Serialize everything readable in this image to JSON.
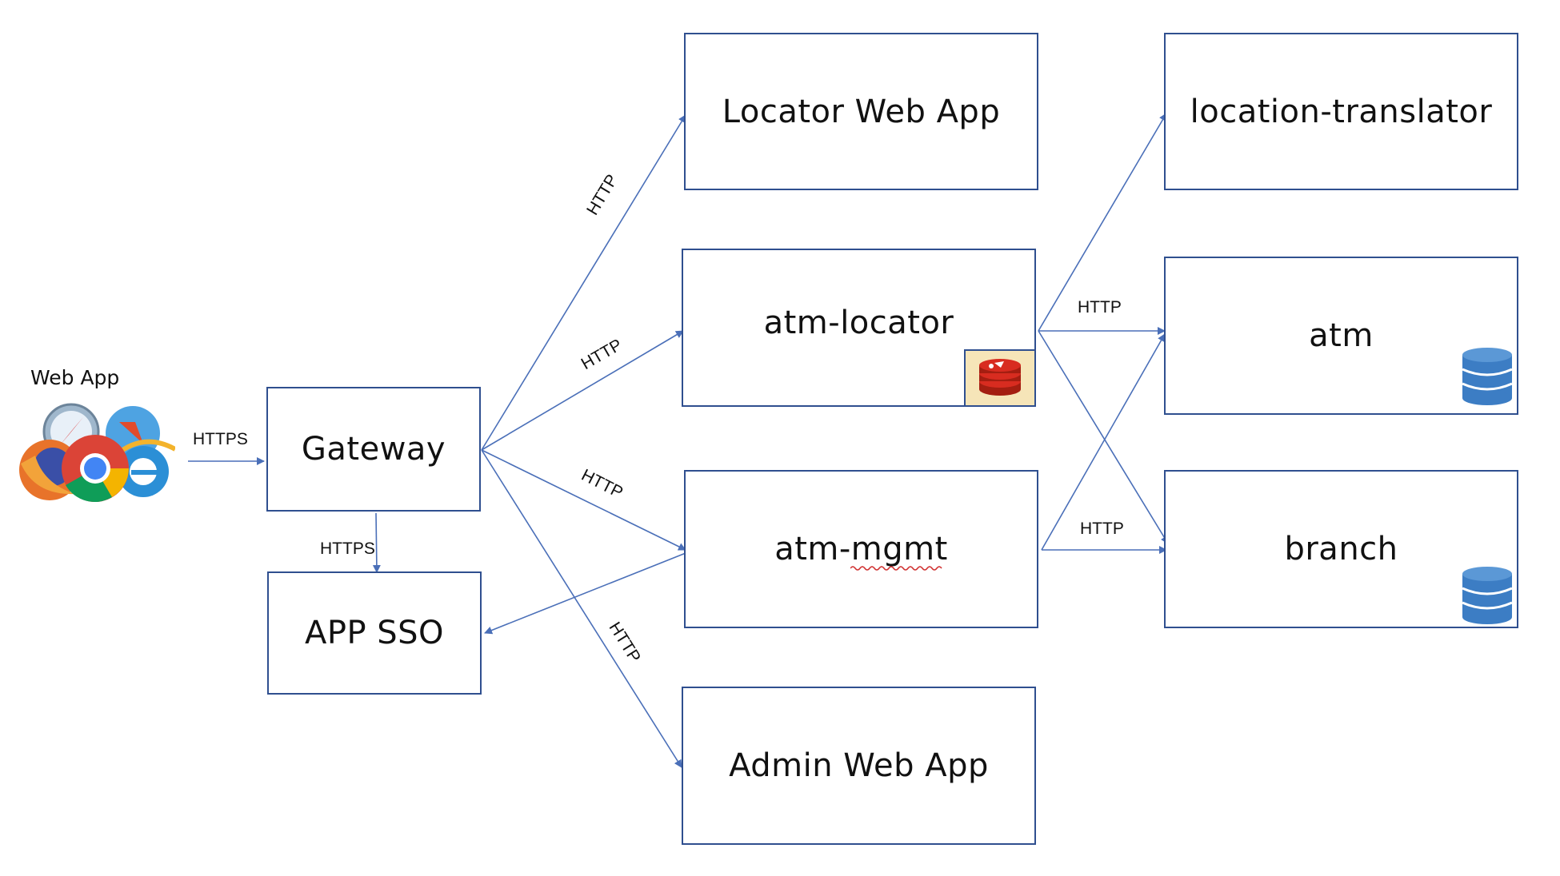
{
  "client": {
    "title": "Web App",
    "icon": "browser-logos-icon"
  },
  "nodes": {
    "gateway": "Gateway",
    "app_sso": "APP SSO",
    "locator_web_app": "Locator Web App",
    "atm_locator": "atm-locator",
    "atm_mgmt": "atm-mgmt",
    "admin_web_app": "Admin Web App",
    "location_translator": "location-translator",
    "atm": "atm",
    "branch": "branch"
  },
  "edges": {
    "client_gateway": "HTTPS",
    "gateway_sso": "HTTPS",
    "gateway_locator_web": "HTTP",
    "gateway_atm_locator": "HTTP",
    "gateway_atm_mgmt": "HTTP",
    "gateway_admin": "HTTP",
    "atm_locator_atm": "HTTP",
    "atm_mgmt_branch": "HTTP"
  },
  "colors": {
    "line": "#4a6fb8",
    "box_border": "#2f4f8f",
    "redis_bg": "#f6e5b8",
    "db": "#3c7dc4"
  }
}
